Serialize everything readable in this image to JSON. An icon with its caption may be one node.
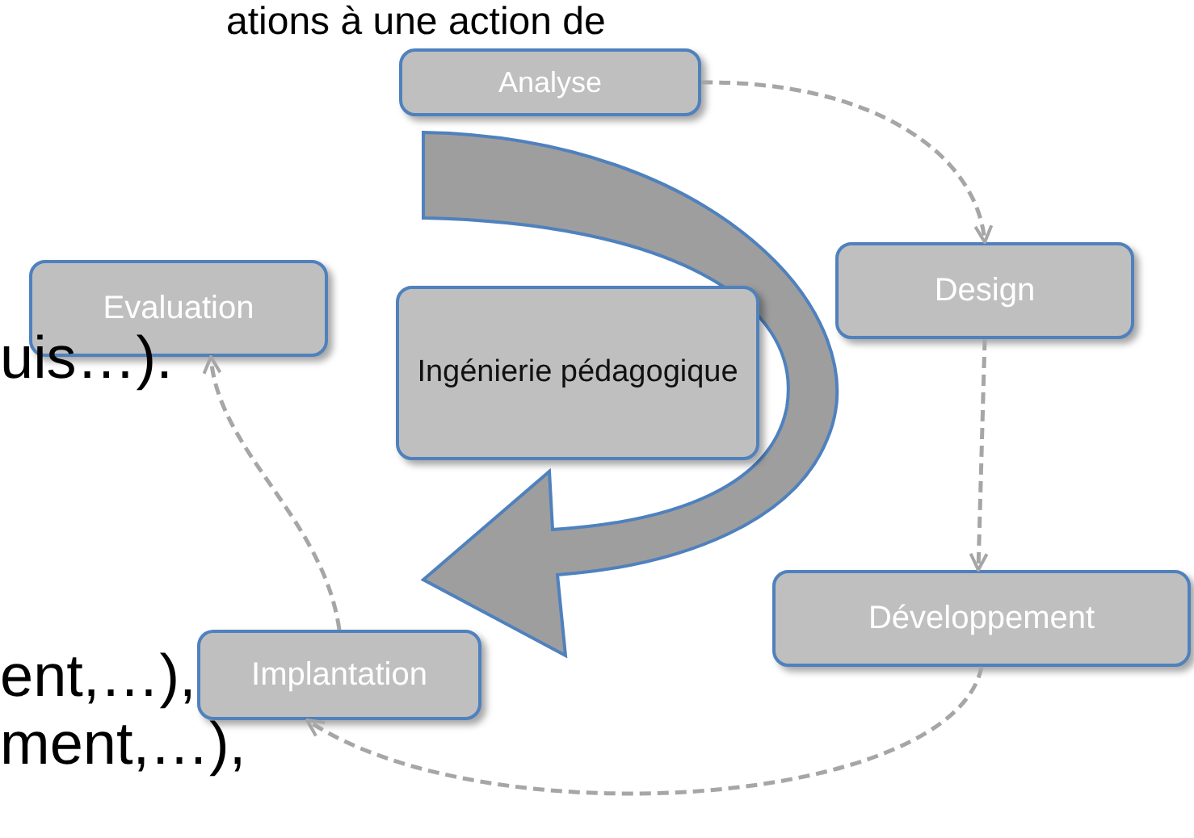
{
  "diagram": {
    "nodes": [
      {
        "text": [
          "Analyse"
        ]
      },
      {
        "text": [
          "Design"
        ]
      },
      {
        "text": [
          "Développement"
        ]
      },
      {
        "text": [
          "Implantation"
        ]
      },
      {
        "text": [
          "Evaluation"
        ]
      },
      {
        "text": [
          "Ingénierie pédagogique"
        ]
      }
    ],
    "edges": [
      {
        "from": 0,
        "to": 1,
        "arrow": "to",
        "style": "dashed"
      },
      {
        "from": 1,
        "to": 2,
        "arrow": "to",
        "style": "dashed"
      },
      {
        "from": 2,
        "to": 3,
        "arrow": "to",
        "style": "dashed"
      },
      {
        "from": 3,
        "to": 4,
        "arrow": "to",
        "style": "dashed"
      }
    ],
    "labels": [
      "ations à une action de",
      "uis…).",
      "ent,…),",
      "ment,…),"
    ]
  }
}
